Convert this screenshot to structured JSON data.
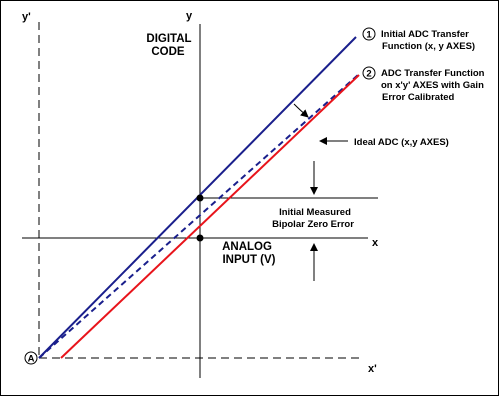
{
  "axes": {
    "y_label": "y",
    "y_prime_label": "y'",
    "x_label": "x",
    "x_prime_label": "x'"
  },
  "labels": {
    "digital_code_line1": "DIGITAL",
    "digital_code_line2": "CODE",
    "analog_input_line1": "ANALOG",
    "analog_input_line2": "INPUT (V)",
    "bipolar_zero_line1": "Initial Measured",
    "bipolar_zero_line2": "Bipolar Zero Error",
    "ideal_adc": "Ideal ADC (x,y AXES)",
    "point_a": "A"
  },
  "callouts": {
    "one_number": "1",
    "one_line1": "Initial ADC Transfer",
    "one_line2": "Function  (x, y AXES)",
    "two_number": "2",
    "two_line1": "ADC Transfer Function",
    "two_line2": "on x'y' AXES with Gain",
    "two_line3": "Error Calibrated"
  },
  "colors": {
    "initial_line": "#1a1f8c",
    "calibrated_line": "#1a1f8c",
    "ideal_line": "#e8141b",
    "axes": "#000000"
  }
}
